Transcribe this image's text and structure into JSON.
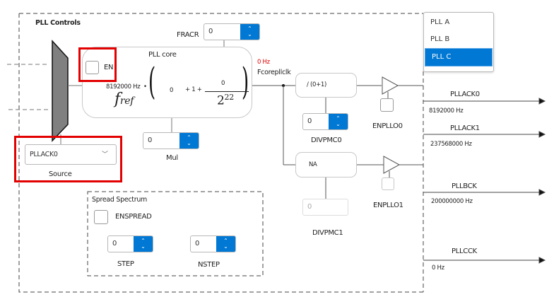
{
  "panel": {
    "title": "PLL Controls"
  },
  "pll_core": {
    "title": "PLL core",
    "enable_label": "EN",
    "enable_checked": false,
    "fref_value": "8192000 Hz",
    "fref_symbol": "f",
    "fref_subscript": "ref",
    "mul_display": "0",
    "plus_one": "+ 1 +",
    "frac_numerator": "0",
    "frac_denominator_base": "2",
    "frac_denominator_exp": "22",
    "dot": "•"
  },
  "fracr": {
    "label": "FRACR",
    "value": "0"
  },
  "mul": {
    "label": "Mul",
    "value": "0"
  },
  "source": {
    "label": "Source",
    "selected": "PLLACK0"
  },
  "fcore": {
    "freq": "0 Hz",
    "label": "Fcorepllclk",
    "freq_color": "#e00000"
  },
  "divider0": {
    "expression": "/ (0+1)",
    "spinner_value": "0",
    "label": "DIVPMC0"
  },
  "divider1": {
    "expression": "NA",
    "spinner_value": "0",
    "label": "DIVPMC1"
  },
  "enpll0": {
    "label": "ENPLLO0",
    "checked": false
  },
  "enpll1": {
    "label": "ENPLLO1",
    "checked": false
  },
  "spread_spectrum": {
    "title": "Spread Spectrum",
    "enable_label": "ENSPREAD",
    "enable_checked": false,
    "step": {
      "label": "STEP",
      "value": "0"
    },
    "nstep": {
      "label": "NSTEP",
      "value": "0"
    }
  },
  "outputs": [
    {
      "name": "PLLACK0",
      "freq": "8192000 Hz"
    },
    {
      "name": "PLLACK1",
      "freq": "237568000 Hz"
    },
    {
      "name": "PLLBCK",
      "freq": "200000000 Hz"
    },
    {
      "name": "PLLCCK",
      "freq": "0 Hz"
    }
  ],
  "pll_selector": {
    "options": [
      "PLL A",
      "PLL B",
      "PLL C"
    ],
    "selected": "PLL C"
  },
  "icons": {
    "spinner_up": "⌃",
    "spinner_down": "⌄",
    "chevron_down": "﹀"
  },
  "colors": {
    "accent": "#0078d4",
    "highlight_border": "#e30000",
    "mux_fill": "#808080"
  }
}
